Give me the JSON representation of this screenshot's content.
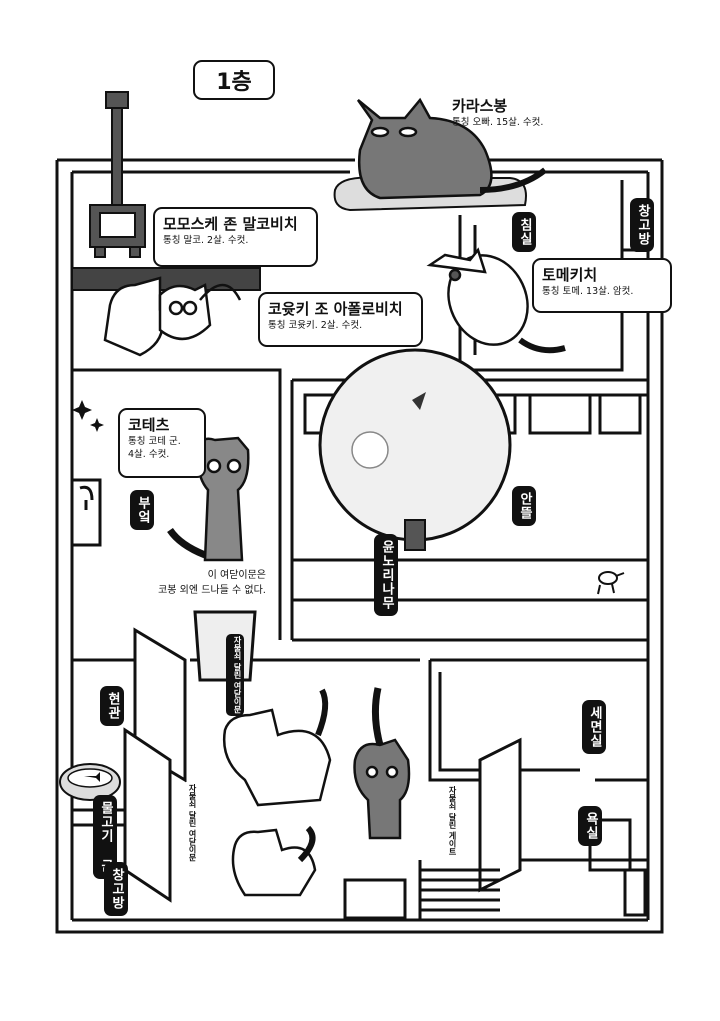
{
  "floor_title": "1층",
  "cats": {
    "karasubong": {
      "name": "카라스봉",
      "desc": "통칭 오빠. 15살. 수컷."
    },
    "momosuke": {
      "name": "모모스케 존 말코비치",
      "desc": "통칭 말코. 2살. 수컷."
    },
    "koyuki": {
      "name": "코윳키 조 아폴로비치",
      "desc": "통칭 코윳키. 2살. 수컷."
    },
    "tomekichi": {
      "name": "토메키치",
      "desc": "통칭 토메. 13살. 암컷."
    },
    "kotetsu": {
      "name": "코테츠",
      "desc_line1": "통칭 코테 군.",
      "desc_line2": "4살. 수컷."
    }
  },
  "rooms": {
    "bedroom": "침실",
    "storeroom_top": "창고방",
    "kitchen": "부엌",
    "courtyard": "안뜰",
    "tree": "윤노리나무",
    "entrance": "현관",
    "washroom": "세면실",
    "bathroom": "욕실",
    "goldfish": "물고기 군",
    "storeroom_bottom": "창고방"
  },
  "notes": {
    "door_line1": "이 여닫이문은",
    "door_line2": "코봉 외엔 드나들 수 없다.",
    "door_top": "자물쇠 달린 여닫이문",
    "door_left": "자물쇠 달린 여닫이문",
    "gate": "자물쇠 달린 게이트"
  }
}
